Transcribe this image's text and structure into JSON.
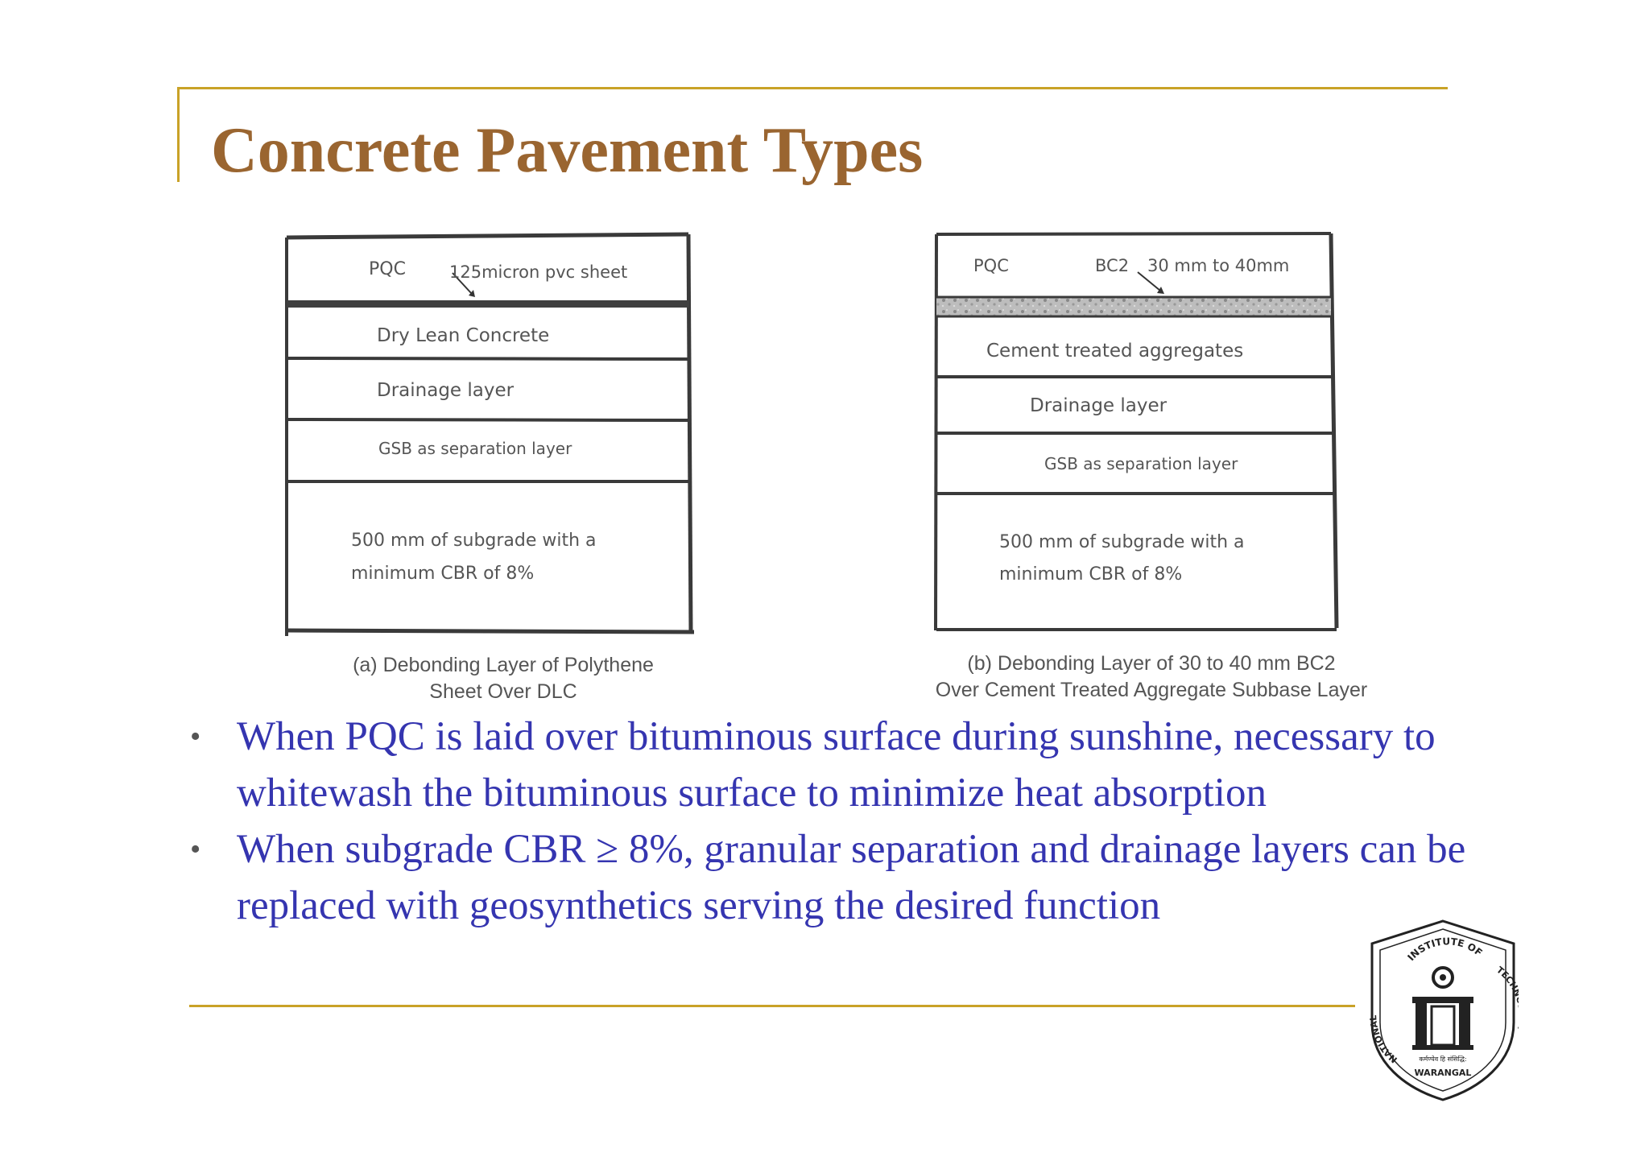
{
  "slide": {
    "title": "Concrete Pavement Types"
  },
  "diagram_a": {
    "pqc": "PQC",
    "pvc": "125micron pvc sheet",
    "layer_dlc": "Dry Lean Concrete",
    "layer_drain": "Drainage layer",
    "layer_gsb": "GSB as separation layer",
    "subgrade_1": "500 mm of subgrade with a",
    "subgrade_2": "minimum CBR of 8%",
    "caption_1": "(a) Debonding Layer of Polythene",
    "caption_2": "Sheet Over DLC"
  },
  "diagram_b": {
    "pqc": "PQC",
    "bc2": "BC2",
    "bc2_thickness": "30 mm to 40mm",
    "layer_cta": "Cement treated aggregates",
    "layer_drain": "Drainage layer",
    "layer_gsb": "GSB as separation layer",
    "subgrade_1": "500 mm of subgrade with a",
    "subgrade_2": "minimum CBR of 8%",
    "caption_1": "(b) Debonding Layer of 30 to 40 mm BC2",
    "caption_2": "Over Cement Treated Aggregate Subbase Layer"
  },
  "bullets": [
    "When PQC is laid over bituminous surface during sunshine, necessary to whitewash the bituminous surface to minimize heat absorption",
    "When subgrade CBR ≥ 8%, granular separation and drainage layers can be replaced with geosynthetics serving the desired function"
  ],
  "logo": {
    "top_text": "INSTITUTE OF",
    "left_text": "NATIONAL",
    "right_text": "TECHNOLOGY",
    "bottom_text": "WARANGAL",
    "motto": "कर्मण्येव हि संसिद्धि:"
  }
}
